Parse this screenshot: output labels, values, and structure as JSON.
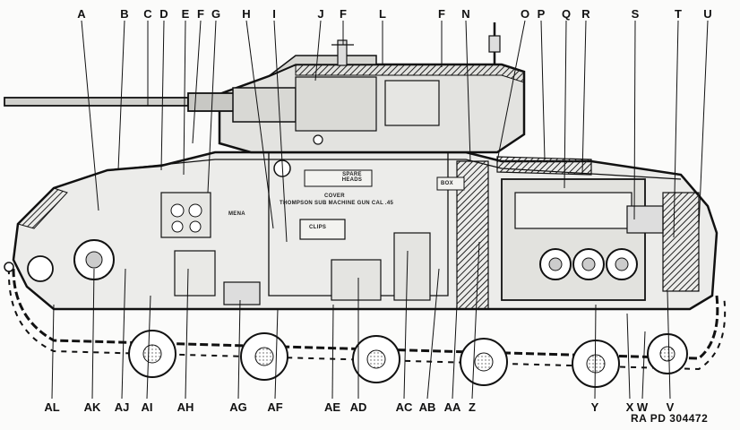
{
  "figure": {
    "top_callouts": [
      "A",
      "B",
      "C",
      "D",
      "E",
      "F",
      "G",
      "H",
      "I",
      "J",
      "F",
      "L",
      "F",
      "N",
      "O",
      "P",
      "Q",
      "R",
      "S",
      "T",
      "U"
    ],
    "bottom_callouts": [
      "AL",
      "AK",
      "AJ",
      "AI",
      "AH",
      "AG",
      "AF",
      "AE",
      "AD",
      "AC",
      "AB",
      "AA",
      "Z",
      "Y",
      "X",
      "W",
      "V"
    ],
    "reference": "RA PD 304472",
    "stencils": {
      "spare_heads": "SPARE HEADS",
      "cover": "COVER",
      "thompson": "THOMPSON SUB MACHINE GUN CAL .45",
      "clips": "CLIPS",
      "box": "BOX",
      "gun_mount": "MENA"
    }
  }
}
